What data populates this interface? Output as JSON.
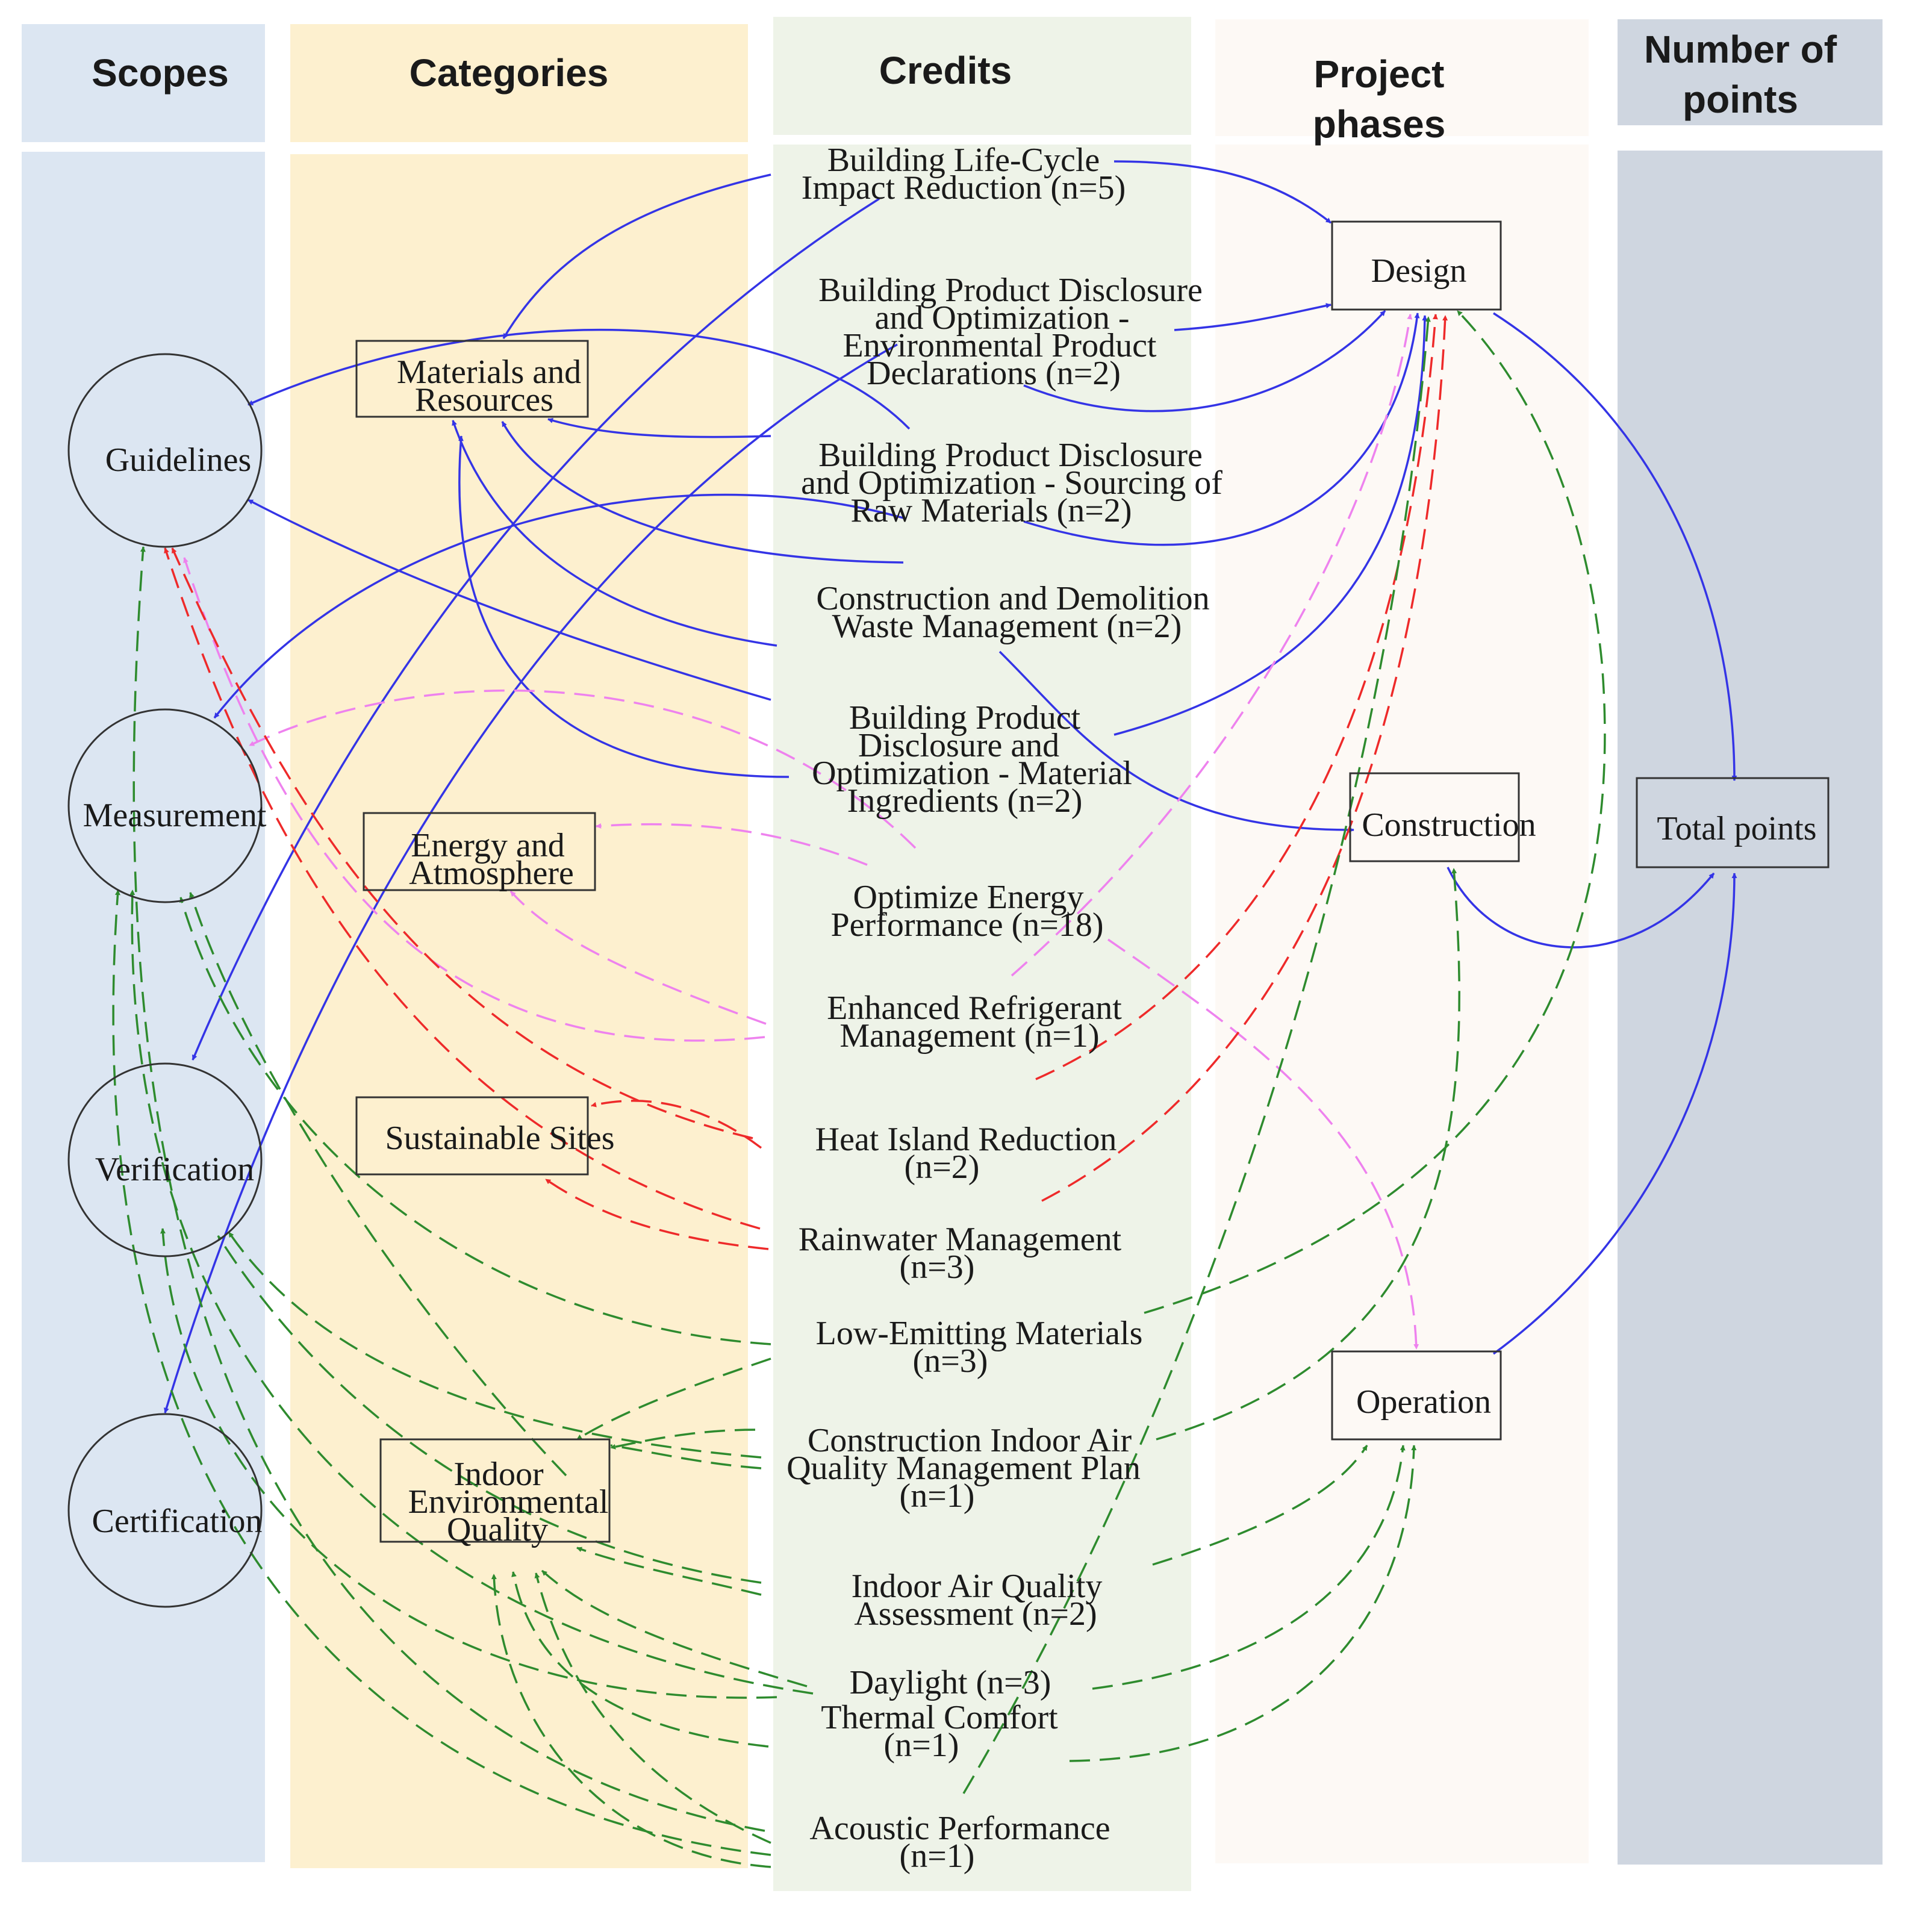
{
  "columns": {
    "scopes": "Scopes",
    "categories": "Categories",
    "credits": "Credits",
    "phases_line1": "Project",
    "phases_line2": "phases",
    "points_line1": "Number of",
    "points_line2": "points"
  },
  "scopes": {
    "guidelines": "Guidelines",
    "measurement": "Measurement",
    "verification": "Verification",
    "certification": "Certification"
  },
  "categories": {
    "mr_1": "Materials and",
    "mr_2": "Resources",
    "ea_1": "Energy and",
    "ea_2": "Atmosphere",
    "ss": "Sustainable Sites",
    "ieq_1": "Indoor",
    "ieq_2": "Environmental",
    "ieq_3": "Quality"
  },
  "credits": {
    "c1": [
      "Building Life-Cycle",
      "Impact Reduction (n=5)"
    ],
    "c2": [
      "Building Product Disclosure",
      "and Optimization -",
      "Environmental Product",
      "Declarations (n=2)"
    ],
    "c3": [
      "Building Product Disclosure",
      "and Optimization - Sourcing of",
      "Raw Materials (n=2)"
    ],
    "c4": [
      "Construction and Demolition",
      "Waste Management (n=2)"
    ],
    "c5": [
      "Building Product",
      "Disclosure and",
      "Optimization - Material",
      "Ingredients (n=2)"
    ],
    "c6": [
      "Optimize Energy",
      "Performance (n=18)"
    ],
    "c7": [
      "Enhanced Refrigerant",
      "Management (n=1)"
    ],
    "c8": [
      "Heat Island Reduction",
      "(n=2)"
    ],
    "c9": [
      "Rainwater Management",
      "(n=3)"
    ],
    "c10": [
      "Low-Emitting Materials",
      "(n=3)"
    ],
    "c11": [
      "Construction Indoor Air",
      "Quality Management Plan",
      "(n=1)"
    ],
    "c12": [
      "Indoor Air Quality",
      "Assessment (n=2)"
    ],
    "c13": [
      "Daylight (n=3)"
    ],
    "c14": [
      "Thermal Comfort",
      "(n=1)"
    ],
    "c15": [
      "Acoustic Performance",
      "(n=1)"
    ]
  },
  "phases": {
    "design": "Design",
    "construction": "Construction",
    "operation": "Operation"
  },
  "points": {
    "total": "Total points"
  },
  "colors": {
    "scopes_bg": "#dce6f2",
    "categories_bg": "#fdf0cf",
    "credits_bg": "#eef3e8",
    "phases_bg": "#fdf9f5",
    "points_bg": "#cfd6e0",
    "materials_edge": "#3434e6",
    "energy_edge": "#ee82ee",
    "sites_edge": "#ee2a2a",
    "ieq_edge": "#2e8b2e"
  }
}
